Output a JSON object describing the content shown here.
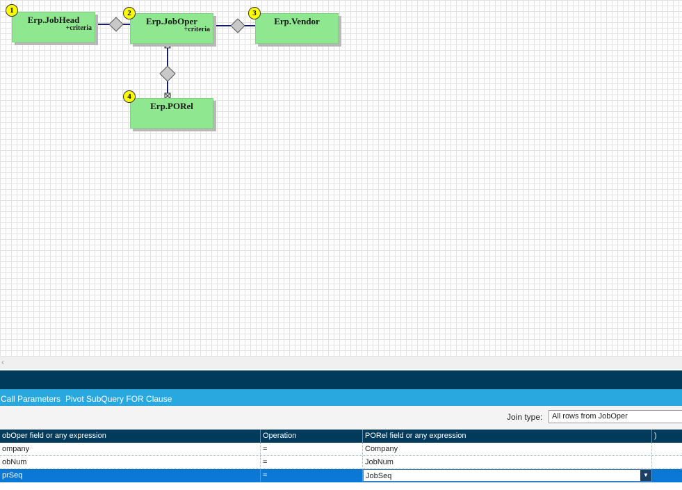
{
  "diagram": {
    "tables": [
      {
        "badge": "1",
        "name": "Erp.JobHead",
        "criteria": "+criteria"
      },
      {
        "badge": "2",
        "name": "Erp.JobOper",
        "criteria": "+criteria"
      },
      {
        "badge": "3",
        "name": "Erp.Vendor",
        "criteria": ""
      },
      {
        "badge": "4",
        "name": "Erp.PORel",
        "criteria": ""
      }
    ]
  },
  "tabs": [
    "Call Parameters",
    "Pivot SubQuery FOR Clause"
  ],
  "join": {
    "label": "Join type:",
    "value": "All rows from JobOper"
  },
  "grid": {
    "headers": [
      "obOper field or any expression",
      "Operation",
      "PORel field or any expression",
      ")"
    ],
    "rows": [
      {
        "left": "ompany",
        "op": "=",
        "right": "Company"
      },
      {
        "left": "obNum",
        "op": "=",
        "right": "JobNum"
      },
      {
        "left": "prSeq",
        "op": "=",
        "right": "JobSeq"
      }
    ]
  },
  "colors": {
    "node_fill": "#8fe88f",
    "badge": "#ffff00",
    "header": "#003b5c",
    "tabs": "#29a8e0",
    "selection": "#0b78d6"
  }
}
